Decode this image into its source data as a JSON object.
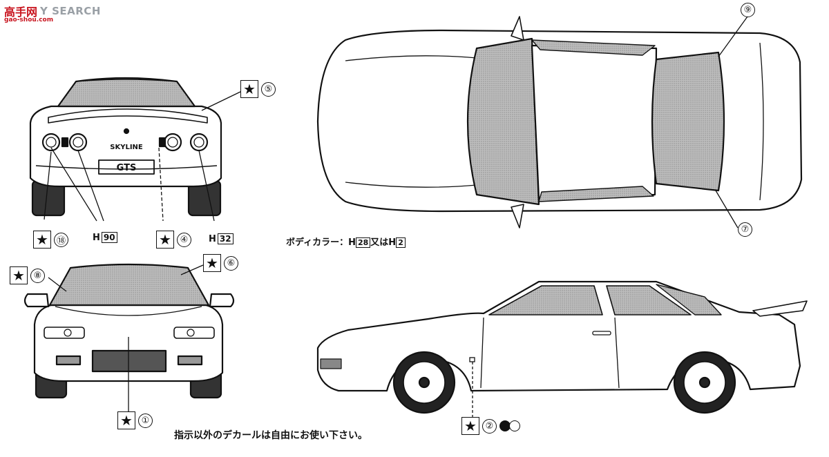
{
  "watermark": {
    "logo": "高手网",
    "text": "Y SEARCH",
    "sub": "gao-shou.com"
  },
  "labels": {
    "l1": "①",
    "l2": "②",
    "l4": "④",
    "l5": "⑤",
    "l6": "⑥",
    "l7": "⑦",
    "l8": "⑧",
    "l9": "⑨",
    "l18": "⑱"
  },
  "star": "★",
  "paint": {
    "h90_prefix": "H",
    "h90_num": "90",
    "h92_prefix": "H",
    "h92_num": "32"
  },
  "body_color_note": {
    "prefix": "ボディカラー：H",
    "num1": "28",
    "mid": "又はH",
    "num2": "2"
  },
  "bottom_note": "指示以外のデカールは自由にお使い下さい。",
  "rear_badge": "SKYLINE",
  "rear_plate": "GTS"
}
